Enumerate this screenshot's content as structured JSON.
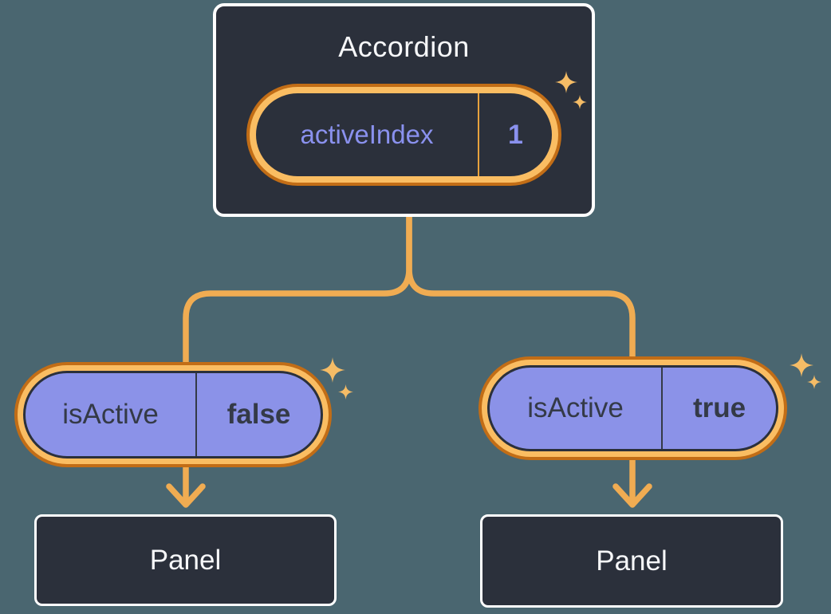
{
  "diagram": {
    "type": "component-tree",
    "theme": "dark-cards-on-teal"
  },
  "colors": {
    "background": "#4A6670",
    "component_box_fill": "#2B303B",
    "component_box_border": "#FFFFFF",
    "pill_rim_dark_orange": "#C26D16",
    "pill_band_light_orange": "#FABD62",
    "connector_line": "#F0AC52",
    "sparkle": "#F5BC66",
    "prop_pill_fill_purple": "#8B92E8",
    "state_text_purple": "#8A91EE",
    "prop_text_dark": "#343A47",
    "title_text_white": "#F6F7F9"
  },
  "accordion": {
    "title": "Accordion",
    "state": {
      "name": "activeIndex",
      "value": "1"
    }
  },
  "children": [
    {
      "prop": {
        "name": "isActive",
        "value": "false"
      },
      "panel_label": "Panel"
    },
    {
      "prop": {
        "name": "isActive",
        "value": "true"
      },
      "panel_label": "Panel"
    }
  ]
}
